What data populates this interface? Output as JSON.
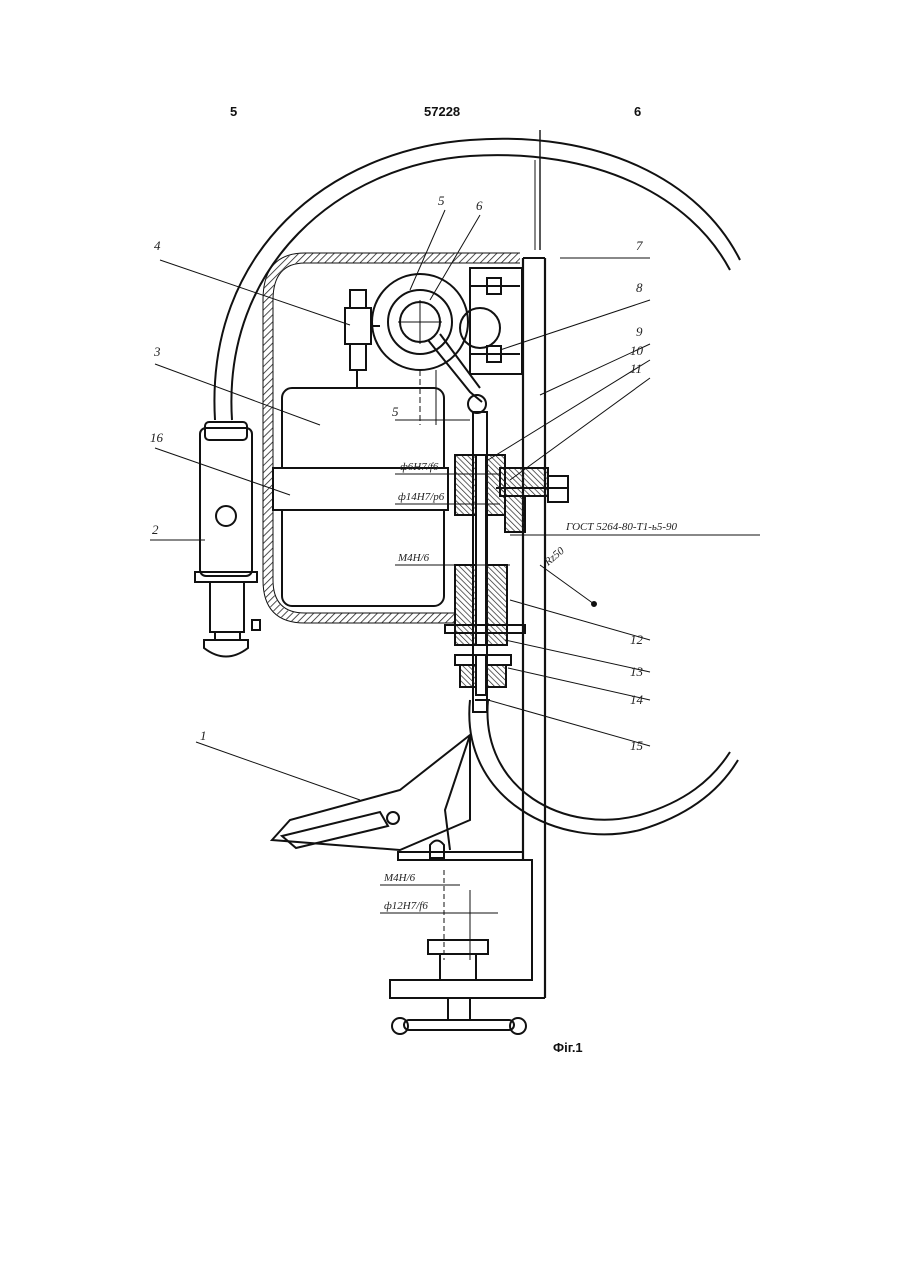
{
  "header": {
    "left_page": "5",
    "patent_number": "57228",
    "right_page": "6"
  },
  "figure_caption": "Фіг.1",
  "parts": [
    "1",
    "2",
    "3",
    "4",
    "5",
    "6",
    "7",
    "8",
    "9",
    "10",
    "11",
    "12",
    "13",
    "14",
    "15",
    "16"
  ],
  "section_mark": "5",
  "dimensions": {
    "fit_upper": "ф6Н7/f6",
    "fit_lower": "ф14Н7/р6",
    "thread": "М4Н/6",
    "thread_lower": "М4Н/6",
    "diameter_lower": "ф12Н7/f6",
    "standard": "ГОСТ 5264-80-Т1-ь5-90",
    "roughness": "Rz50"
  }
}
